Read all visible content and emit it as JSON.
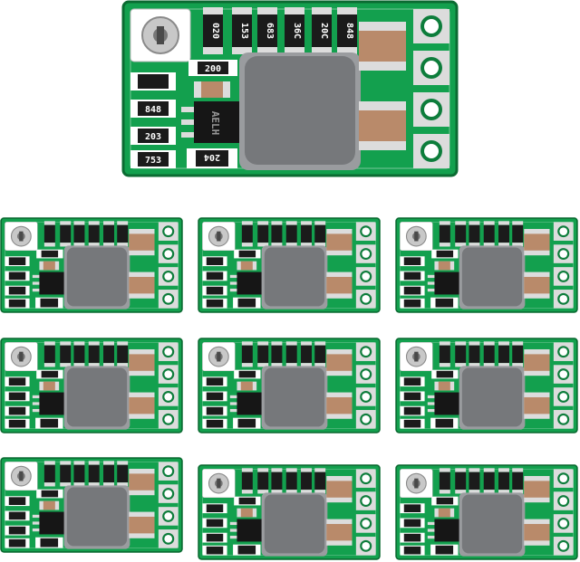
{
  "colors": {
    "pcb": "#13a04e",
    "pcb_dark": "#0d7d3b",
    "solder_mask_edge": "#0b6b32",
    "inductor": "#76787b",
    "capacitor": "#b98a6a",
    "pad": "#dcdcdc",
    "resistor_body": "#1b1b1b",
    "chip": "#161616",
    "trimmer": "#c8c8c8"
  },
  "board_markings": {
    "top_row": [
      "020",
      "153",
      "683",
      "36C",
      "20C",
      "848"
    ],
    "resistor_a": "200",
    "resistor_b": "848",
    "resistor_c": "203",
    "resistor_d": "753",
    "resistor_e": "204",
    "chip": "AELH"
  },
  "icons": [
    "trimmer-potentiometer-icon",
    "inductor-icon",
    "capacitor-icon",
    "solder-pad-icon"
  ]
}
